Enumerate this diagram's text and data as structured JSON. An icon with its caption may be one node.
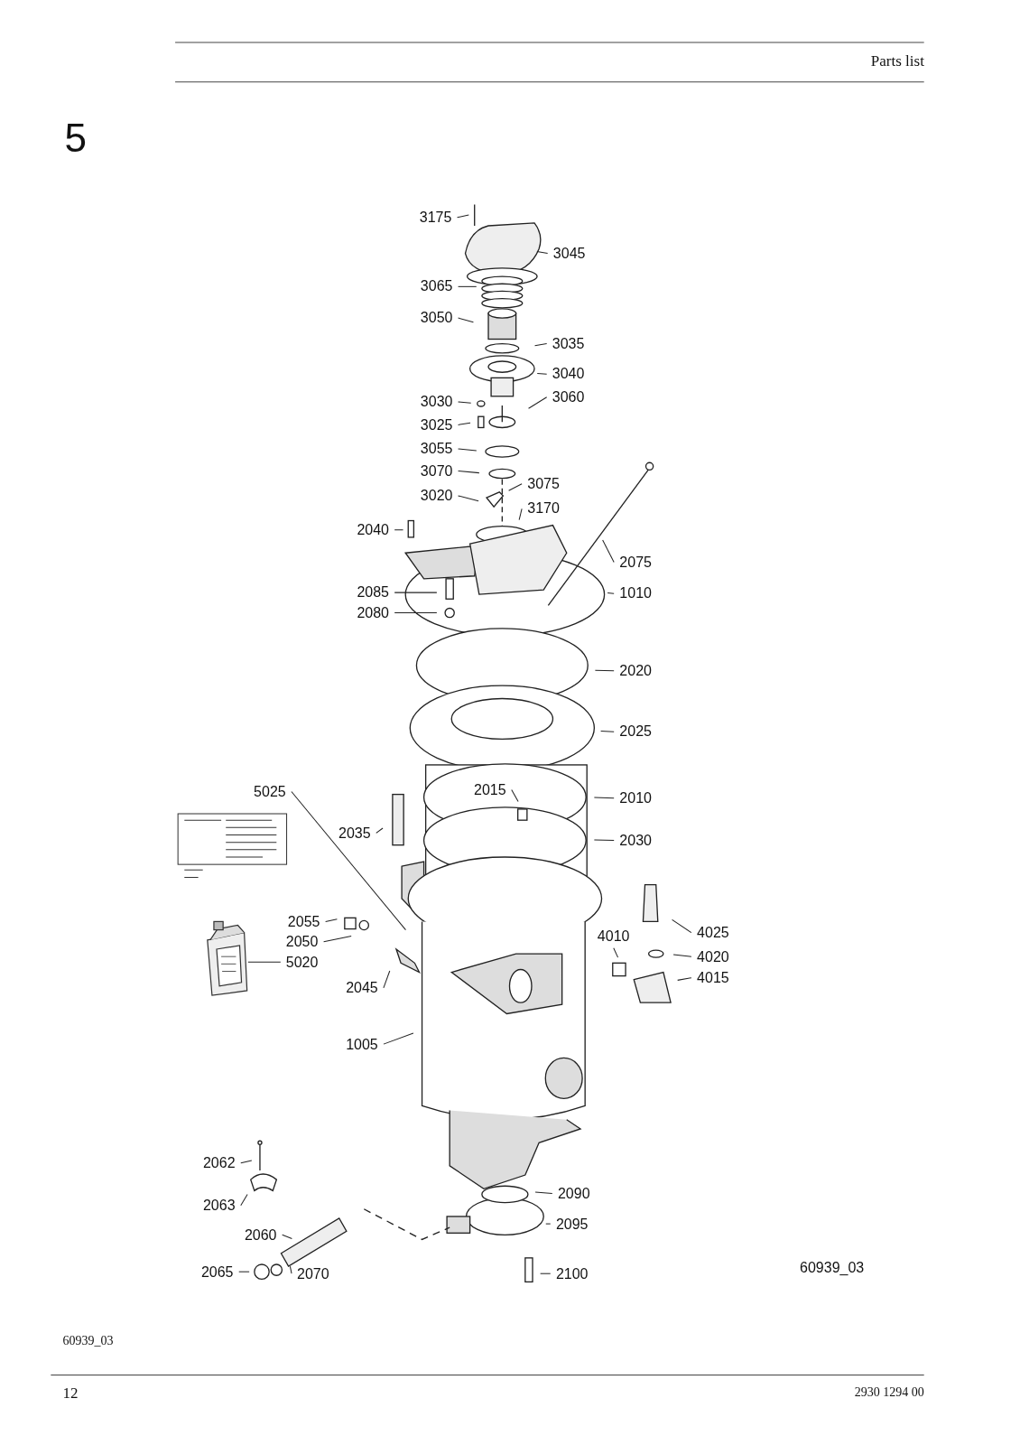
{
  "diagram": {
    "nodes": [
      {
        "text": [
          "3175"
        ]
      },
      {
        "text": [
          "3045"
        ]
      },
      {
        "text": [
          "3065"
        ]
      },
      {
        "text": [
          "3050"
        ]
      },
      {
        "text": [
          "3035"
        ]
      },
      {
        "text": [
          "3040"
        ]
      },
      {
        "text": [
          "3030"
        ]
      },
      {
        "text": [
          "3060"
        ]
      },
      {
        "text": [
          "3025"
        ]
      },
      {
        "text": [
          "3055"
        ]
      },
      {
        "text": [
          "3070"
        ]
      },
      {
        "text": [
          "3075"
        ]
      },
      {
        "text": [
          "3020"
        ]
      },
      {
        "text": [
          "3170"
        ]
      },
      {
        "text": [
          "2040"
        ]
      },
      {
        "text": [
          "2075"
        ]
      },
      {
        "text": [
          "2085"
        ]
      },
      {
        "text": [
          "1010"
        ]
      },
      {
        "text": [
          "2080"
        ]
      },
      {
        "text": [
          "2020"
        ]
      },
      {
        "text": [
          "2025"
        ]
      },
      {
        "text": [
          "5025"
        ]
      },
      {
        "text": [
          "2015"
        ]
      },
      {
        "text": [
          "2010"
        ]
      },
      {
        "text": [
          "2035"
        ]
      },
      {
        "text": [
          "2030"
        ]
      },
      {
        "text": [
          "2055"
        ]
      },
      {
        "text": [
          "4025"
        ]
      },
      {
        "text": [
          "2050"
        ]
      },
      {
        "text": [
          "4010"
        ]
      },
      {
        "text": [
          "4020"
        ]
      },
      {
        "text": [
          "5020"
        ]
      },
      {
        "text": [
          "4015"
        ]
      },
      {
        "text": [
          "2045"
        ]
      },
      {
        "text": [
          "1005"
        ]
      },
      {
        "text": [
          "2062"
        ]
      },
      {
        "text": [
          "2090"
        ]
      },
      {
        "text": [
          "2063"
        ]
      },
      {
        "text": [
          "2095"
        ]
      },
      {
        "text": [
          "2060"
        ]
      },
      {
        "text": [
          "2065"
        ]
      },
      {
        "text": [
          "2070"
        ]
      },
      {
        "text": [
          "2100"
        ]
      },
      {
        "text": [],
        "shape": "picture"
      }
    ],
    "edges": [
      {
        "from": 0,
        "to": null,
        "arrow": "none"
      },
      {
        "from": 1,
        "to": null,
        "arrow": "none"
      },
      {
        "from": 2,
        "to": null,
        "arrow": "none"
      },
      {
        "from": 3,
        "to": null,
        "arrow": "none"
      },
      {
        "from": 4,
        "to": null,
        "arrow": "none"
      },
      {
        "from": 5,
        "to": null,
        "arrow": "none"
      },
      {
        "from": 6,
        "to": null,
        "arrow": "none"
      },
      {
        "from": 7,
        "to": null,
        "arrow": "none"
      },
      {
        "from": 8,
        "to": null,
        "arrow": "none"
      },
      {
        "from": 9,
        "to": null,
        "arrow": "none"
      },
      {
        "from": 10,
        "to": null,
        "arrow": "none"
      },
      {
        "from": 11,
        "to": null,
        "arrow": "none"
      },
      {
        "from": 12,
        "to": null,
        "arrow": "none"
      },
      {
        "from": 13,
        "to": null,
        "arrow": "none"
      },
      {
        "from": 14,
        "to": null,
        "arrow": "none"
      },
      {
        "from": 15,
        "to": null,
        "arrow": "none"
      },
      {
        "from": 16,
        "to": null,
        "arrow": "none"
      },
      {
        "from": 17,
        "to": null,
        "arrow": "none"
      },
      {
        "from": 18,
        "to": null,
        "arrow": "none"
      },
      {
        "from": 19,
        "to": null,
        "arrow": "none"
      },
      {
        "from": 20,
        "to": null,
        "arrow": "none"
      },
      {
        "from": 21,
        "to": null,
        "arrow": "none"
      },
      {
        "from": 22,
        "to": null,
        "arrow": "none"
      },
      {
        "from": 23,
        "to": null,
        "arrow": "none"
      },
      {
        "from": 24,
        "to": null,
        "arrow": "none"
      },
      {
        "from": 25,
        "to": null,
        "arrow": "none"
      },
      {
        "from": 26,
        "to": null,
        "arrow": "none"
      },
      {
        "from": 27,
        "to": null,
        "arrow": "none"
      },
      {
        "from": 28,
        "to": null,
        "arrow": "none"
      },
      {
        "from": 29,
        "to": null,
        "arrow": "none"
      },
      {
        "from": 30,
        "to": null,
        "arrow": "none"
      },
      {
        "from": 31,
        "to": 43,
        "arrow": "none"
      },
      {
        "from": 32,
        "to": null,
        "arrow": "none"
      },
      {
        "from": 33,
        "to": null,
        "arrow": "none"
      },
      {
        "from": 34,
        "to": null,
        "arrow": "none"
      },
      {
        "from": 35,
        "to": null,
        "arrow": "none"
      },
      {
        "from": 36,
        "to": null,
        "arrow": "none"
      },
      {
        "from": 37,
        "to": null,
        "arrow": "none"
      },
      {
        "from": 38,
        "to": null,
        "arrow": "none"
      },
      {
        "from": 39,
        "to": null,
        "arrow": "none"
      },
      {
        "from": 40,
        "to": null,
        "arrow": "none"
      },
      {
        "from": 41,
        "to": null,
        "arrow": "none"
      },
      {
        "from": 42,
        "to": null,
        "arrow": "none"
      }
    ],
    "labels": [
      "Parts list",
      "5",
      "60939_03",
      "60939_03",
      "12",
      "2930 1294 00"
    ]
  }
}
